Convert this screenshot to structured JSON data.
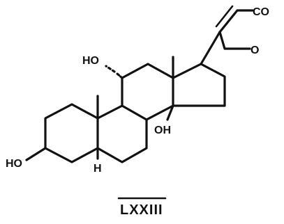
{
  "atoms": {
    "ho_3": "HO",
    "ho_11": "HO",
    "oh_14": "OH",
    "h_5": "H",
    "co": "CO",
    "o_lactone": "O"
  },
  "compound_label": "LXXIII"
}
